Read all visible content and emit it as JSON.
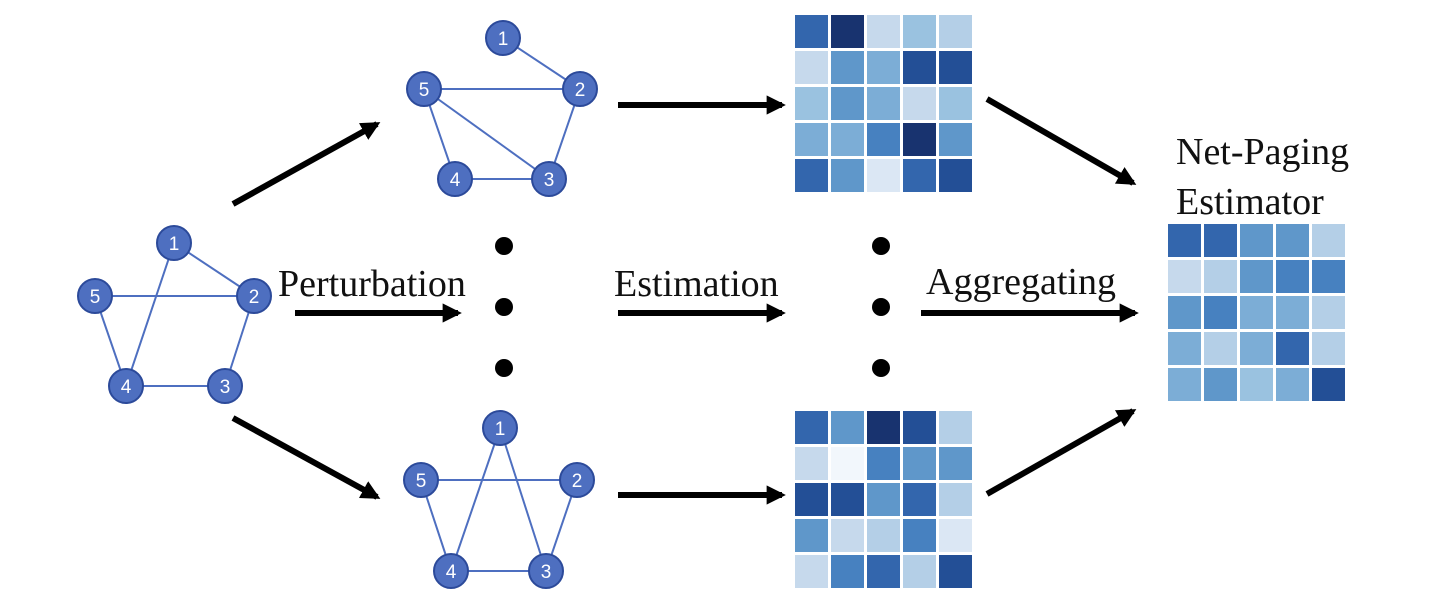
{
  "colors": {
    "node_fill": "#4e6fc0",
    "node_stroke": "#2c4a9a",
    "edge": "#4e6fc0",
    "arrow": "#000000",
    "heatmap_palette": [
      "#f2f7fc",
      "#dbe7f4",
      "#c6d9ec",
      "#b4cfe7",
      "#9ac2e0",
      "#7cadd6",
      "#5f97ca",
      "#4781c0",
      "#3366ad",
      "#234f96",
      "#18336f"
    ]
  },
  "labels": {
    "perturbation": "Perturbation",
    "estimation": "Estimation",
    "aggregating": "Aggregating",
    "estimator_line1": "Net-Paging",
    "estimator_line2": "Estimator"
  },
  "graphs": {
    "original": {
      "nodes": [
        "1",
        "2",
        "3",
        "4",
        "5"
      ],
      "edges": [
        [
          "1",
          "2"
        ],
        [
          "1",
          "4"
        ],
        [
          "5",
          "2"
        ],
        [
          "5",
          "4"
        ],
        [
          "4",
          "3"
        ],
        [
          "2",
          "3"
        ]
      ]
    },
    "perturbed_top": {
      "nodes": [
        "1",
        "2",
        "3",
        "4",
        "5"
      ],
      "edges": [
        [
          "1",
          "2"
        ],
        [
          "5",
          "2"
        ],
        [
          "5",
          "4"
        ],
        [
          "5",
          "3"
        ],
        [
          "4",
          "3"
        ],
        [
          "2",
          "3"
        ]
      ]
    },
    "perturbed_bottom": {
      "nodes": [
        "1",
        "2",
        "3",
        "4",
        "5"
      ],
      "edges": [
        [
          "1",
          "4"
        ],
        [
          "1",
          "3"
        ],
        [
          "5",
          "2"
        ],
        [
          "5",
          "4"
        ],
        [
          "4",
          "3"
        ],
        [
          "2",
          "3"
        ]
      ]
    }
  },
  "matrices": {
    "estimate_top": [
      [
        8,
        10,
        2,
        4,
        3
      ],
      [
        2,
        6,
        5,
        9,
        9
      ],
      [
        4,
        6,
        5,
        2,
        4
      ],
      [
        5,
        5,
        7,
        10,
        6
      ],
      [
        8,
        6,
        1,
        8,
        9
      ]
    ],
    "estimate_bottom": [
      [
        8,
        6,
        10,
        9,
        3
      ],
      [
        2,
        0,
        7,
        6,
        6
      ],
      [
        9,
        9,
        6,
        8,
        3
      ],
      [
        6,
        2,
        3,
        7,
        1
      ],
      [
        2,
        7,
        8,
        3,
        9
      ]
    ],
    "aggregated": [
      [
        8,
        8,
        6,
        6,
        3
      ],
      [
        2,
        3,
        6,
        7,
        7
      ],
      [
        6,
        7,
        5,
        5,
        3
      ],
      [
        5,
        3,
        5,
        8,
        3
      ],
      [
        5,
        6,
        4,
        5,
        9
      ]
    ]
  }
}
